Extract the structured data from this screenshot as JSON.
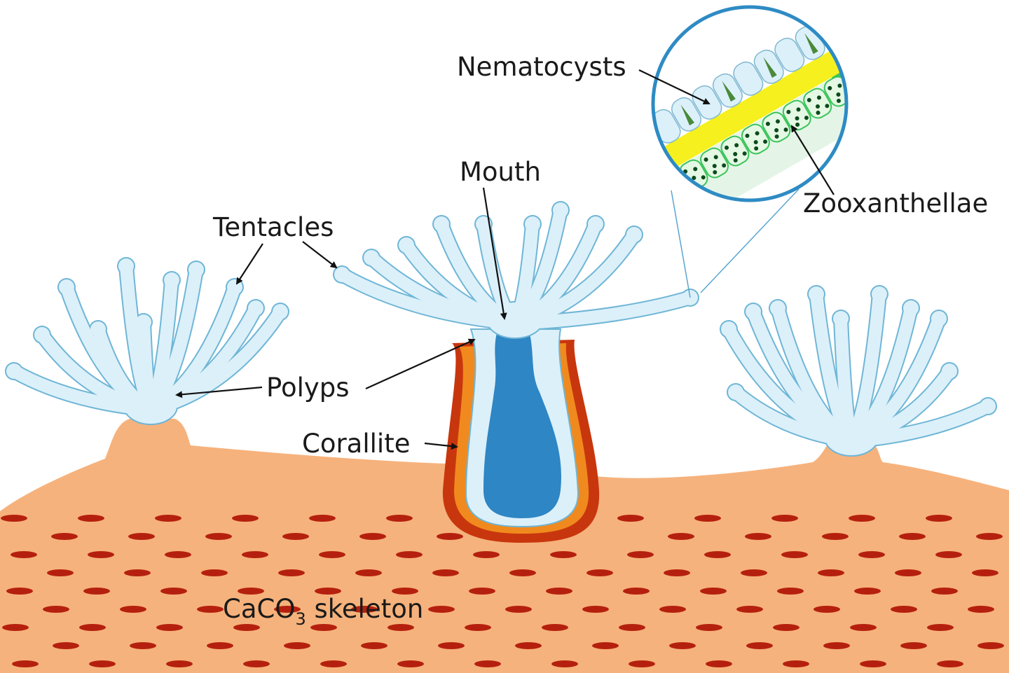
{
  "labels": {
    "nematocysts": "Nematocysts",
    "mouth": "Mouth",
    "zooxanthellae": "Zooxanthellae",
    "tentacles": "Tentacles",
    "polyps": "Polyps",
    "corallite": "Corallite",
    "skeleton_prefix": "CaCO",
    "skeleton_subscript": "3",
    "skeleton_suffix": " skeleton"
  },
  "colors": {
    "skeleton": "#F6B27C",
    "skeleton_marks": "#B5200E",
    "tissue": "#DCF0FA",
    "tissue_outline": "#6FB6D6",
    "gut": "#2E86C4",
    "corallite_outer": "#C8360E",
    "corallite_mid": "#F08A1E",
    "inset_ring": "#2E8BC4",
    "mesoglea": "#F5F01E",
    "zoox_green": "#3CC45A"
  }
}
